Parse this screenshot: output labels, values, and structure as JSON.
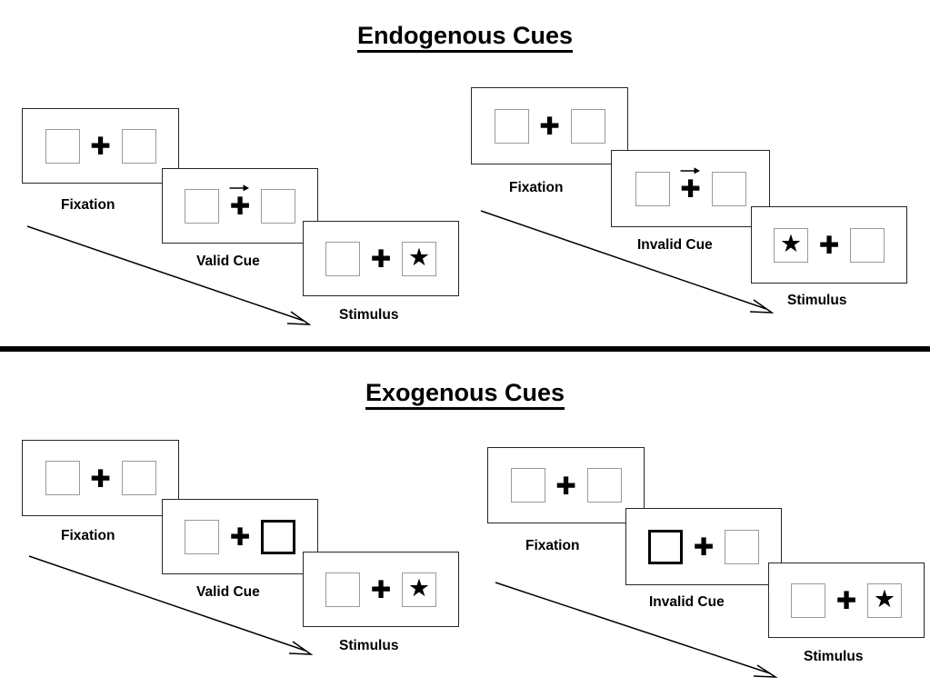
{
  "figure": {
    "type": "posner-cueing-paradigm-diagram",
    "background": "#ffffff",
    "box_border_color": "#9a9a9a",
    "cued_box_border_color": "#000000",
    "panel_border_color": "#262626"
  },
  "sections": [
    {
      "id": "endogenous",
      "title": "Endogenous Cues",
      "sequences": [
        {
          "id": "endogenous-valid",
          "frames": [
            {
              "label": "Fixation",
              "left_box": {
                "cued": false,
                "stimulus": false
              },
              "right_box": {
                "cued": false,
                "stimulus": false
              },
              "cue_arrow": false
            },
            {
              "label": "Valid Cue",
              "left_box": {
                "cued": false,
                "stimulus": false
              },
              "right_box": {
                "cued": false,
                "stimulus": false
              },
              "cue_arrow": true,
              "cue_arrow_direction": "right"
            },
            {
              "label": "Stimulus",
              "left_box": {
                "cued": false,
                "stimulus": false
              },
              "right_box": {
                "cued": false,
                "stimulus": true
              },
              "cue_arrow": false
            }
          ]
        },
        {
          "id": "endogenous-invalid",
          "frames": [
            {
              "label": "Fixation",
              "left_box": {
                "cued": false,
                "stimulus": false
              },
              "right_box": {
                "cued": false,
                "stimulus": false
              },
              "cue_arrow": false
            },
            {
              "label": "Invalid Cue",
              "left_box": {
                "cued": false,
                "stimulus": false
              },
              "right_box": {
                "cued": false,
                "stimulus": false
              },
              "cue_arrow": true,
              "cue_arrow_direction": "right"
            },
            {
              "label": "Stimulus",
              "left_box": {
                "cued": false,
                "stimulus": true
              },
              "right_box": {
                "cued": false,
                "stimulus": false
              },
              "cue_arrow": false
            }
          ]
        }
      ]
    },
    {
      "id": "exogenous",
      "title": "Exogenous Cues",
      "sequences": [
        {
          "id": "exogenous-valid",
          "frames": [
            {
              "label": "Fixation",
              "left_box": {
                "cued": false,
                "stimulus": false
              },
              "right_box": {
                "cued": false,
                "stimulus": false
              },
              "cue_arrow": false
            },
            {
              "label": "Valid Cue",
              "left_box": {
                "cued": false,
                "stimulus": false
              },
              "right_box": {
                "cued": true,
                "stimulus": false
              },
              "cue_arrow": false
            },
            {
              "label": "Stimulus",
              "left_box": {
                "cued": false,
                "stimulus": false
              },
              "right_box": {
                "cued": false,
                "stimulus": true
              },
              "cue_arrow": false
            }
          ]
        },
        {
          "id": "exogenous-invalid",
          "frames": [
            {
              "label": "Fixation",
              "left_box": {
                "cued": false,
                "stimulus": false
              },
              "right_box": {
                "cued": false,
                "stimulus": false
              },
              "cue_arrow": false
            },
            {
              "label": "Invalid Cue",
              "left_box": {
                "cued": true,
                "stimulus": false
              },
              "right_box": {
                "cued": false,
                "stimulus": false
              },
              "cue_arrow": false
            },
            {
              "label": "Stimulus",
              "left_box": {
                "cued": false,
                "stimulus": false
              },
              "right_box": {
                "cued": false,
                "stimulus": true
              },
              "cue_arrow": false
            }
          ]
        }
      ]
    }
  ],
  "glyphs": {
    "fixation_cross": "✚",
    "target_star": "★"
  },
  "time_arrows": {
    "count": 4,
    "meaning": "time progression",
    "direction": "down-right"
  }
}
